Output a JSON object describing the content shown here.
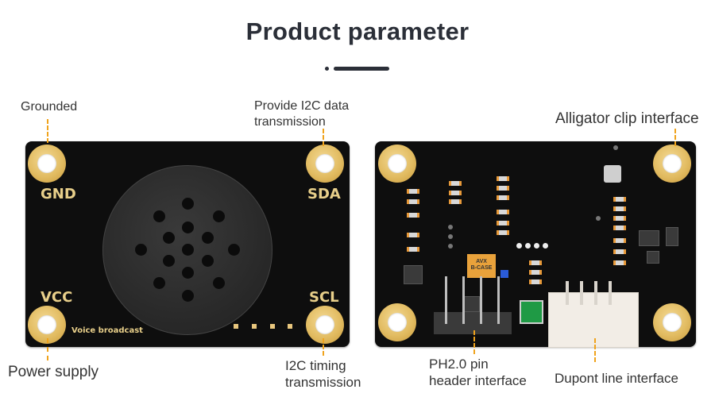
{
  "title": "Product parameter",
  "labels": {
    "grounded": "Grounded",
    "i2c_data": "Provide I2C data\ntransmission",
    "alligator": "Alligator clip interface",
    "power_supply": "Power supply",
    "i2c_timing": "I2C timing\ntransmission",
    "ph_header": "PH2.0 pin\nheader interface",
    "dupont": "Dupont line interface"
  },
  "board_front": {
    "pins": {
      "gnd": "GND",
      "sda": "SDA",
      "vcc": "VCC",
      "scl": "SCL"
    },
    "silkscreen": "Voice broadcast"
  },
  "board_back": {
    "tantalum_text": "AVX\nB-CASE"
  },
  "colors": {
    "accent_leader": "#f0a31c",
    "board": "#0e0e0e",
    "gold_pad": "#e2bc62",
    "title": "#2b2f38"
  }
}
